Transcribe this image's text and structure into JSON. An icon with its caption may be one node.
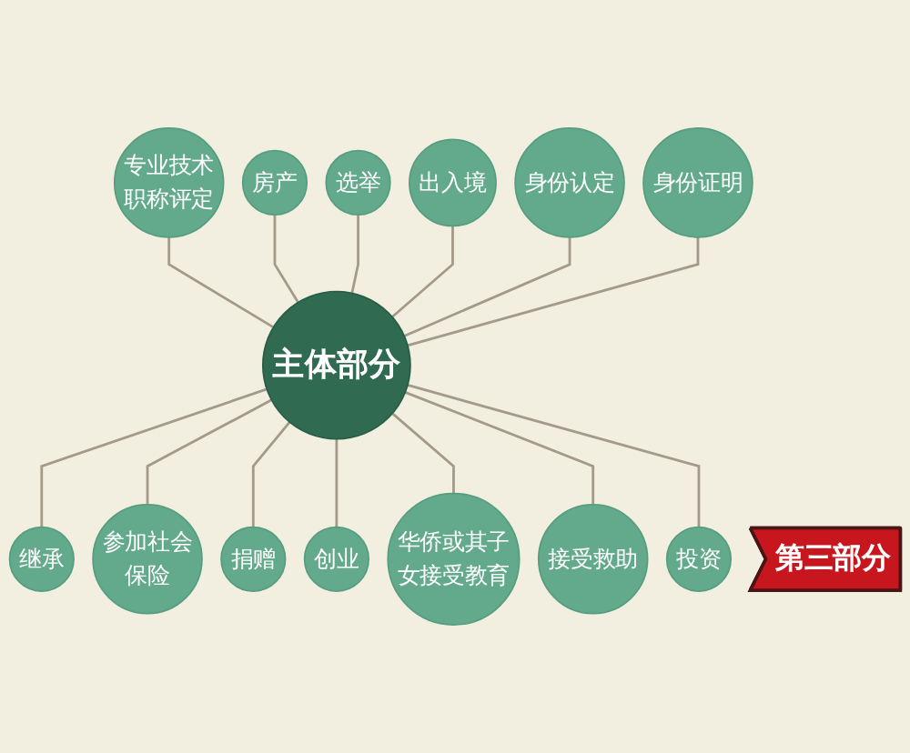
{
  "diagram": {
    "nodes": [
      {
        "text": [
          "主体部分"
        ]
      },
      {
        "text": [
          "专业技术职称评定"
        ]
      },
      {
        "text": [
          "房产"
        ]
      },
      {
        "text": [
          "选举"
        ]
      },
      {
        "text": [
          "出入境"
        ]
      },
      {
        "text": [
          "身份认定"
        ]
      },
      {
        "text": [
          "身份证明"
        ]
      },
      {
        "text": [
          "继承"
        ]
      },
      {
        "text": [
          "参加社会保险"
        ]
      },
      {
        "text": [
          "捐赠"
        ]
      },
      {
        "text": [
          "创业"
        ]
      },
      {
        "text": [
          "华侨或其子女接受教育"
        ]
      },
      {
        "text": [
          "接受救助"
        ]
      },
      {
        "text": [
          "投资"
        ]
      },
      {
        "text": [
          "第三部分"
        ]
      }
    ],
    "edges": [
      {
        "from": 0,
        "to": 1,
        "arrow": "none"
      },
      {
        "from": 0,
        "to": 2,
        "arrow": "none"
      },
      {
        "from": 0,
        "to": 3,
        "arrow": "none"
      },
      {
        "from": 0,
        "to": 4,
        "arrow": "none"
      },
      {
        "from": 0,
        "to": 5,
        "arrow": "none"
      },
      {
        "from": 0,
        "to": 6,
        "arrow": "none"
      },
      {
        "from": 0,
        "to": 7,
        "arrow": "none"
      },
      {
        "from": 0,
        "to": 8,
        "arrow": "none"
      },
      {
        "from": 0,
        "to": 9,
        "arrow": "none"
      },
      {
        "from": 0,
        "to": 10,
        "arrow": "none"
      },
      {
        "from": 0,
        "to": 11,
        "arrow": "none"
      },
      {
        "from": 0,
        "to": 12,
        "arrow": "none"
      },
      {
        "from": 0,
        "to": 13,
        "arrow": "none"
      }
    ]
  }
}
